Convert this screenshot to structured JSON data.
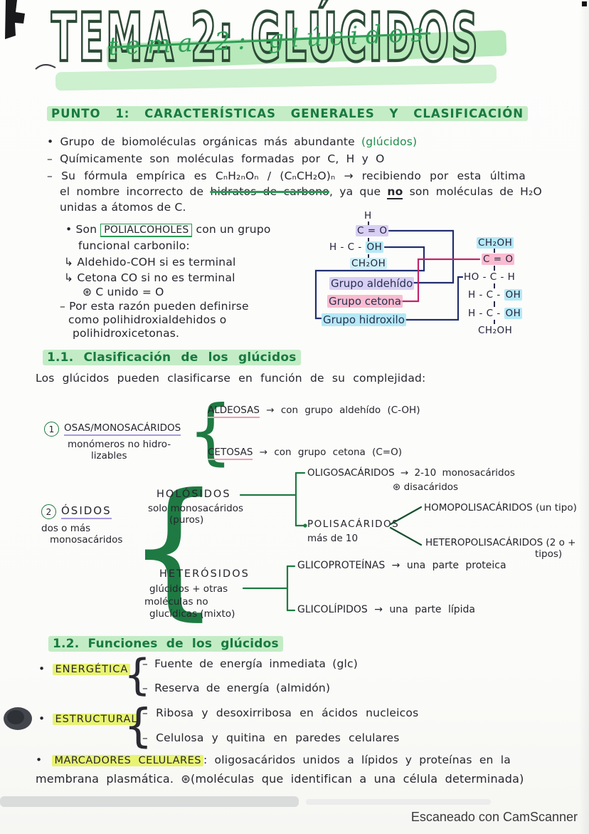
{
  "glyphs": {
    "bullet": "•",
    "brace": "{"
  },
  "title": {
    "main": "TEMA 2: GLÚCIDOS",
    "overlay": "tema 2: glúcidos"
  },
  "s1": {
    "heading": "PUNTO 1: CARACTERÍSTICAS GENERALES Y CLASIFICACIÓN",
    "b1": "• Grupo de biomoléculas orgánicas más abundante ",
    "b1_note": "(glúcidos)",
    "b2": "– Químicamente son moléculas formadas por C, H y O",
    "f_l1": "– Su fórmula empírica es CₙH₂ₙOₙ / (CₙCH₂O)ₙ → recibiendo por esta última",
    "f_l2_pre": "el nombre incorrecto de ",
    "f_l2_struck": "hidratos de carbono",
    "f_l2_mid": ", ya que ",
    "f_l2_no": "no",
    "f_l2_post": " son moléculas de H₂O",
    "f_l3": "unidas a átomos de C."
  },
  "poly": {
    "l1_pre": "• Son",
    "l1_box": "POLIALCOHOLES",
    "l1_post": "con un grupo",
    "l2": "funcional carbonilo:",
    "l3": "↳ Aldehido-COH si es terminal",
    "l4": "↳ Cetona CO si no es terminal",
    "l5": "⊛ C unido = O",
    "l6": "– Por esta razón pueden definirse",
    "l7": "como polihidroxialdehidos o",
    "l8": "polihidroxicetonas."
  },
  "mol": {
    "left": {
      "r1": "H",
      "r2": "C = O",
      "r3a": "H - C - ",
      "r3b": "OH",
      "r4": "CH₂OH"
    },
    "right": {
      "r1": "CH₂OH",
      "r2": "C = O",
      "r3": "HO - C - H",
      "r4a": "H - C - ",
      "r4b": "OH",
      "r5a": "H - C - ",
      "r5b": "OH",
      "r6": "CH₂OH"
    },
    "labels": {
      "ald": "Grupo aldehído",
      "cet": "Grupo cetona",
      "hid": "Grupo hidroxilo"
    }
  },
  "s11": {
    "heading": "1.1. Clasificación de los glúcidos",
    "intro": "Los glúcidos pueden clasificarse en función de su complejidad:",
    "osas": {
      "num": "1",
      "name": "OSAS/MONOSACÁRIDOS",
      "sub1": "monómeros no hidro-",
      "sub2": "lizables",
      "ald_term": "ALDEOSAS",
      "ald_rest": " → con grupo aldehído (C-OH)",
      "cet_term": "CETOSAS",
      "cet_rest": " → con grupo cetona (C=O)"
    },
    "osidos": {
      "num": "2",
      "name": "ÓSIDOS",
      "sub1": "dos o más",
      "sub2": "monosacáridos"
    },
    "holosidos": {
      "name": "HOLÓSIDOS",
      "sub1": "solo monosacáridos",
      "sub2": "(puros)"
    },
    "oligo": {
      "line1": "OLIGOSACÁRIDOS → 2-10 monosacáridos",
      "line2": "⊛ disacáridos"
    },
    "poli": {
      "name": "POLISACÁRIDOS",
      "sub": "más de 10",
      "homo": "HOMOPOLISACÁRIDOS (un tipo)",
      "hetero1": "HETEROPOLISACÁRIDOS (2 o +",
      "hetero2": "tipos)"
    },
    "heterosidos": {
      "name": "HETERÓSIDOS",
      "sub1": "glúcidos + otras",
      "sub2": "moléculas no",
      "sub3": "glucídicas (mixto)",
      "glicoproteinas": "GLICOPROTEÍNAS → una parte proteica",
      "glicolipidos": "GLICOLÍPIDOS → una parte lípida"
    }
  },
  "s12": {
    "heading": "1.2. Funciones de los glúcidos",
    "energetica": {
      "term": "ENERGÉTICA",
      "items": [
        "– Fuente de energía inmediata (glc)",
        "– Reserva de energía (almidón)"
      ]
    },
    "estructural": {
      "term": "ESTRUCTURAL",
      "items": [
        "– Ribosa y desoxirribosa en ácidos nucleicos",
        "– Celulosa y quitina en paredes celulares"
      ]
    },
    "marcadores": {
      "term": "MARCADORES CELULARES",
      "rest": ": oligosacáridos unidos a lípidos y proteínas en la",
      "line2": "membrana plasmática. ⊛(moléculas que identifican a una célula determinada)"
    }
  },
  "footer": {
    "credit": "Escaneado con CamScanner"
  },
  "colors": {
    "green_ink": "#1e8c4a",
    "marker_green": "#7ed986",
    "marker_yellow": "#e4f150",
    "marker_purple": "#cfc3f2",
    "marker_pink": "#f7abc6",
    "marker_cyan": "#a9e4f4",
    "navy_pen": "#222f6e",
    "crimson_pen": "#c2246a",
    "tree_green": "#1e7a42"
  }
}
